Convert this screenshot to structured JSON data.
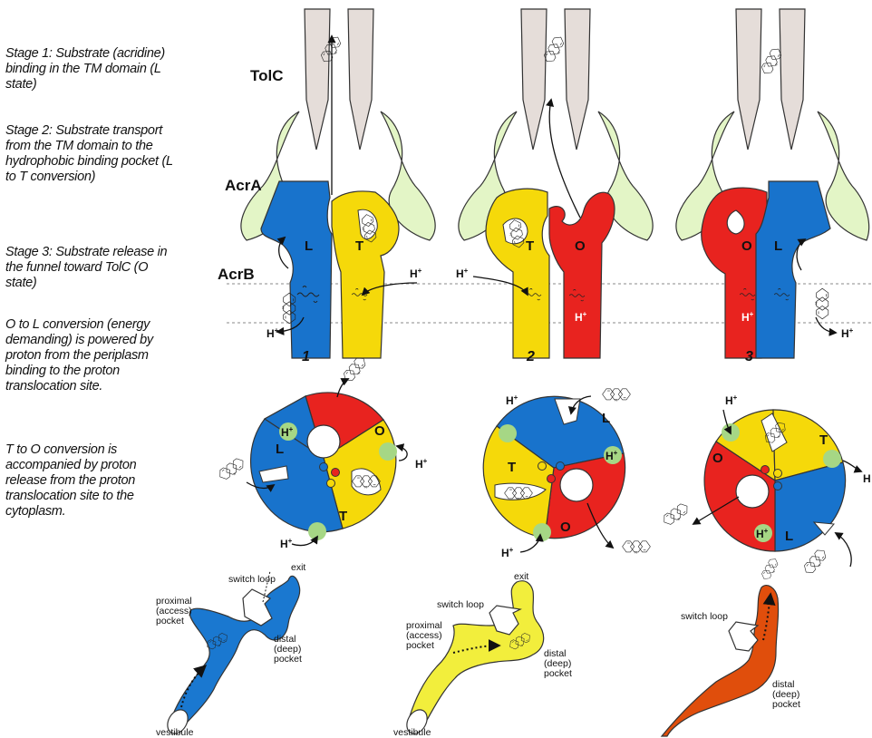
{
  "captions": [
    "Stage 1: Substrate (acridine) binding in the TM domain (L state)",
    "Stage 2: Substrate transport from the TM domain to the hydrophobic binding pocket (L to T conversion)",
    "Stage 3: Substrate release in the funnel toward TolC (O state)",
    "O to L conversion (energy demanding) is powered by proton from the periplasm binding to the proton translocation site.",
    "T to O conversion is accompanied by proton release from the proton translocation site to the cytoplasm."
  ],
  "labels": {
    "tolc": "TolC",
    "acra": "AcrA",
    "acrb": "AcrB",
    "proton": "H",
    "proton_sup": "+",
    "state_l": "L",
    "state_t": "T",
    "state_o": "O",
    "panel_1": "1",
    "panel_2": "2",
    "panel_3": "3"
  },
  "pocket_labels": {
    "exit": "exit",
    "switch_loop": "switch loop",
    "proximal_1": "proximal",
    "proximal_2": "(access)",
    "proximal_3": "pocket",
    "distal_1": "distal",
    "distal_2": "(deep)",
    "distal_3": "pocket",
    "vestibule": "vestibule"
  },
  "colors": {
    "L_state": "#1873cc",
    "T_state": "#f5d90a",
    "O_state": "#e8231f",
    "acra": "#e3f5c6",
    "tolc": "#e5ddd9",
    "proton_dot": "#a6d785",
    "pocket_L": "#1a78d0",
    "pocket_T": "#f2ee3c",
    "pocket_O": "#e04e0c"
  }
}
